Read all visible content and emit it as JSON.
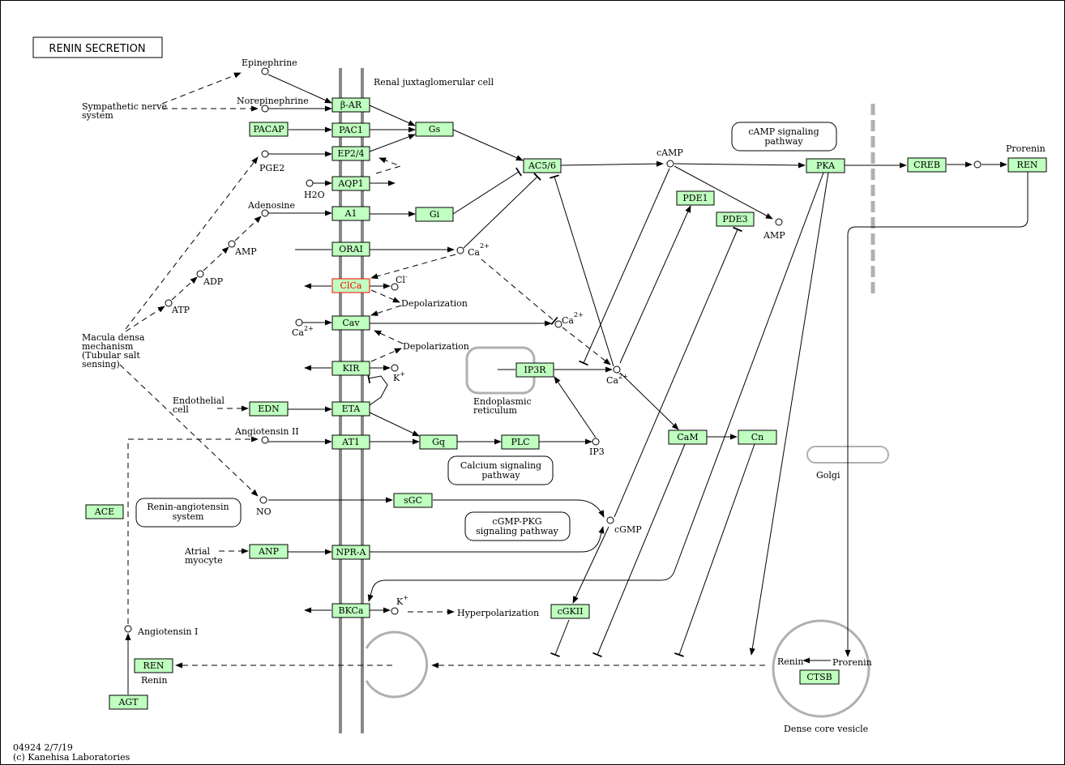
{
  "title": "RENIN SECRETION",
  "footer": {
    "line1": "04924 2/7/19",
    "line2": "(c) Kanehisa Laboratories"
  },
  "colors": {
    "gene_fill": "#bfffbf",
    "highlight": "#ff0000",
    "membrane": "#888888",
    "organelle": "#b0b0b0"
  },
  "genes": {
    "b_ar": "β-AR",
    "pacap": "PACAP",
    "pac1": "PAC1",
    "gs": "Gs",
    "ep2_4": "EP2/4",
    "aqp1": "AQP1",
    "a1": "A1",
    "gi": "Gi",
    "orai": "ORAI",
    "clca": "ClCa",
    "cav": "Cav",
    "kir": "KIR",
    "edn": "EDN",
    "eta": "ETA",
    "at1": "AT1",
    "gq": "Gq",
    "plc": "PLC",
    "ip3r": "IP3R",
    "ac5_6": "AC5/6",
    "pde1": "PDE1",
    "pde3": "PDE3",
    "pka": "PKA",
    "creb": "CREB",
    "ren_top": "REN",
    "cam": "CaM",
    "cn": "Cn",
    "sgc": "sGC",
    "ace": "ACE",
    "anp": "ANP",
    "npr_a": "NPR-A",
    "bkca": "BKCa",
    "cgkii": "cGKII",
    "ren_bottom": "REN",
    "agt": "AGT",
    "ctsb": "CTSB"
  },
  "compounds": {
    "epinephrine": "Epinephrine",
    "norepinephrine": "Norepinephrine",
    "pge2": "PGE2",
    "h2o": "H2O",
    "adenosine": "Adenosine",
    "amp_left": "AMP",
    "adp": "ADP",
    "atp": "ATP",
    "ca2_a": "Ca",
    "cl": "Cl",
    "ca2_b": "Ca",
    "k_a": "K",
    "angiotensin2": "Angiotensin II",
    "ca2_c": "Ca",
    "ca2_d": "Ca",
    "camp": "cAMP",
    "amp_right": "AMP",
    "ip3": "IP3",
    "no": "NO",
    "cgmp": "cGMP",
    "k_b": "K",
    "angiotensin1": "Angiotensin I",
    "renin_label": "Renin",
    "prorenin": "Prorenin"
  },
  "superscripts": {
    "ca": "2+",
    "cl": "-",
    "k": "+"
  },
  "labels": {
    "sympathetic": [
      "Sympathetic nerve",
      "system"
    ],
    "renal_cell": "Renal juxtaglomerular cell",
    "macula": [
      "Macula densa",
      "mechanism",
      "(Tubular salt",
      "sensing)"
    ],
    "endothelial": [
      "Endothelial",
      "cell"
    ],
    "atrial": [
      "Atrial",
      "myocyte"
    ],
    "depol1": "Depolarization",
    "depol2": "Depolarization",
    "hyperpol": "Hyperpolarization",
    "er": [
      "Endoplasmic",
      "reticulum"
    ],
    "golgi": "Golgi",
    "renin_left": "Renin",
    "renin_vesicle": "Renin",
    "prorenin_vesicle": "Prorenin",
    "dense_core": "Dense core vesicle",
    "prorenin_top": "Prorenin"
  },
  "pathways": {
    "camp": [
      "cAMP signaling",
      "pathway"
    ],
    "calcium": [
      "Calcium signaling",
      "pathway"
    ],
    "ras": [
      "Renin-angiotensin",
      "system"
    ],
    "cgmp": [
      "cGMP-PKG",
      "signaling pathway"
    ]
  }
}
